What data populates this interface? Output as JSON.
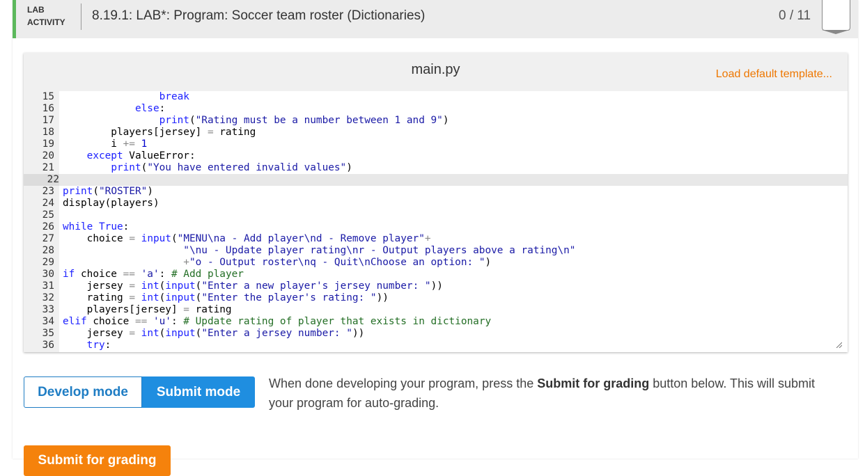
{
  "header": {
    "lab_line1": "LAB",
    "lab_line2": "ACTIVITY",
    "title": "8.19.1: LAB*: Program: Soccer team roster (Dictionaries)",
    "score": "0 / 11"
  },
  "editor": {
    "filename": "main.py",
    "load_template": "Load default template...",
    "active_line": 22,
    "lines": [
      {
        "n": "15",
        "tokens": [
          [
            "",
            "                "
          ],
          [
            "kw",
            "break"
          ]
        ]
      },
      {
        "n": "16",
        "tokens": [
          [
            "",
            "            "
          ],
          [
            "kw",
            "else"
          ],
          [
            "",
            ":"
          ]
        ]
      },
      {
        "n": "17",
        "tokens": [
          [
            "",
            "                "
          ],
          [
            "kw",
            "print"
          ],
          [
            "",
            "("
          ],
          [
            "str",
            "\"Rating must be a number between 1 and 9\""
          ],
          [
            "",
            ")"
          ]
        ]
      },
      {
        "n": "18",
        "tokens": [
          [
            "",
            "        players[jersey] "
          ],
          [
            "op",
            "="
          ],
          [
            "",
            " rating"
          ]
        ]
      },
      {
        "n": "19",
        "tokens": [
          [
            "",
            "        i "
          ],
          [
            "op",
            "+="
          ],
          [
            "",
            ""
          ],
          [
            "num",
            " 1"
          ]
        ]
      },
      {
        "n": "20",
        "tokens": [
          [
            "",
            "    "
          ],
          [
            "kw",
            "except"
          ],
          [
            "",
            " ValueError:"
          ]
        ]
      },
      {
        "n": "21",
        "tokens": [
          [
            "",
            "        "
          ],
          [
            "kw",
            "print"
          ],
          [
            "",
            "("
          ],
          [
            "str",
            "\"You have entered invalid values\""
          ],
          [
            "",
            ")"
          ]
        ]
      },
      {
        "n": "22",
        "tokens": [
          [
            "",
            "        "
          ]
        ]
      },
      {
        "n": "23",
        "tokens": [
          [
            "kw",
            "print"
          ],
          [
            "",
            "("
          ],
          [
            "str",
            "\"ROSTER\""
          ],
          [
            "",
            ")"
          ]
        ]
      },
      {
        "n": "24",
        "tokens": [
          [
            "",
            "display(players)"
          ]
        ]
      },
      {
        "n": "25",
        "tokens": [
          [
            "",
            ""
          ]
        ]
      },
      {
        "n": "26",
        "tokens": [
          [
            "kw",
            "while"
          ],
          [
            "",
            " "
          ],
          [
            "kw",
            "True"
          ],
          [
            "",
            ":"
          ]
        ]
      },
      {
        "n": "27",
        "tokens": [
          [
            "",
            "    choice "
          ],
          [
            "op",
            "="
          ],
          [
            "",
            " "
          ],
          [
            "kw",
            "input"
          ],
          [
            "",
            "("
          ],
          [
            "str",
            "\"MENU\\na - Add player\\nd - Remove player\""
          ],
          [
            "op",
            "+"
          ]
        ]
      },
      {
        "n": "28",
        "tokens": [
          [
            "",
            "                    "
          ],
          [
            "str",
            "\"\\nu - Update player rating\\nr - Output players above a rating\\n\""
          ]
        ]
      },
      {
        "n": "29",
        "tokens": [
          [
            "",
            "                    "
          ],
          [
            "op",
            "+"
          ],
          [
            "str",
            "\"o - Output roster\\nq - Quit\\nChoose an option: \""
          ],
          [
            "",
            ")"
          ]
        ]
      },
      {
        "n": "30",
        "tokens": [
          [
            "kw",
            "if"
          ],
          [
            "",
            " choice "
          ],
          [
            "op",
            "=="
          ],
          [
            "",
            " "
          ],
          [
            "str",
            "'a'"
          ],
          [
            "",
            ": "
          ],
          [
            "cm",
            "# Add player"
          ]
        ]
      },
      {
        "n": "31",
        "tokens": [
          [
            "",
            "    jersey "
          ],
          [
            "op",
            "="
          ],
          [
            "",
            " "
          ],
          [
            "kw",
            "int"
          ],
          [
            "",
            "("
          ],
          [
            "kw",
            "input"
          ],
          [
            "",
            "("
          ],
          [
            "str",
            "\"Enter a new player's jersey number: \""
          ],
          [
            "",
            "))"
          ]
        ]
      },
      {
        "n": "32",
        "tokens": [
          [
            "",
            "    rating "
          ],
          [
            "op",
            "="
          ],
          [
            "",
            " "
          ],
          [
            "kw",
            "int"
          ],
          [
            "",
            "("
          ],
          [
            "kw",
            "input"
          ],
          [
            "",
            "("
          ],
          [
            "str",
            "\"Enter the player's rating: \""
          ],
          [
            "",
            "))"
          ]
        ]
      },
      {
        "n": "33",
        "tokens": [
          [
            "",
            "    players[jersey] "
          ],
          [
            "op",
            "="
          ],
          [
            "",
            " rating"
          ]
        ]
      },
      {
        "n": "34",
        "tokens": [
          [
            "kw",
            "elif"
          ],
          [
            "",
            " choice "
          ],
          [
            "op",
            "=="
          ],
          [
            "",
            " "
          ],
          [
            "str",
            "'u'"
          ],
          [
            "",
            ": "
          ],
          [
            "cm",
            "# Update rating of player that exists in dictionary"
          ]
        ]
      },
      {
        "n": "35",
        "tokens": [
          [
            "",
            "    jersey "
          ],
          [
            "op",
            "="
          ],
          [
            "",
            " "
          ],
          [
            "kw",
            "int"
          ],
          [
            "",
            "("
          ],
          [
            "kw",
            "input"
          ],
          [
            "",
            "("
          ],
          [
            "str",
            "\"Enter a jersey number: \""
          ],
          [
            "",
            "))"
          ]
        ]
      },
      {
        "n": "36",
        "tokens": [
          [
            "",
            "    "
          ],
          [
            "kw",
            "try"
          ],
          [
            "",
            ":"
          ]
        ]
      }
    ]
  },
  "modes": {
    "develop_label": "Develop mode",
    "submit_label": "Submit mode",
    "help_before": "When done developing your program, press the ",
    "help_bold": "Submit for grading",
    "help_after": " button below. This will submit your program for auto-grading."
  },
  "submit": {
    "label": "Submit for grading"
  }
}
